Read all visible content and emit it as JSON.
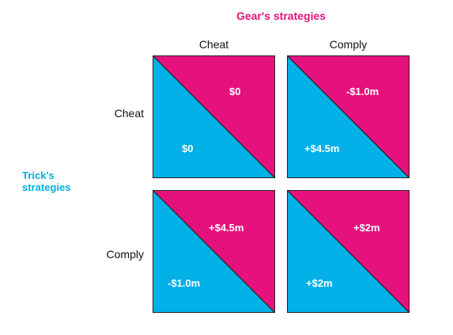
{
  "column_player_title": "Gear's strategies",
  "row_player_title": [
    "Trick's",
    "strategies"
  ],
  "columns": [
    "Cheat",
    "Comply"
  ],
  "rows": [
    "Cheat",
    "Comply"
  ],
  "payoffs": {
    "cheat_cheat": {
      "gear": "$0",
      "trick": "$0"
    },
    "cheat_comply": {
      "gear": "-$1.0m",
      "trick": "+$4.5m"
    },
    "comply_cheat": {
      "gear": "+$4.5m",
      "trick": "-$1.0m"
    },
    "comply_comply": {
      "gear": "+$2m",
      "trick": "+$2m"
    }
  },
  "colors": {
    "gear": "#e5127d",
    "trick": "#00b0e6",
    "gear_title": "#e5127d",
    "trick_title": "#00b0e6",
    "border": "#222222"
  }
}
